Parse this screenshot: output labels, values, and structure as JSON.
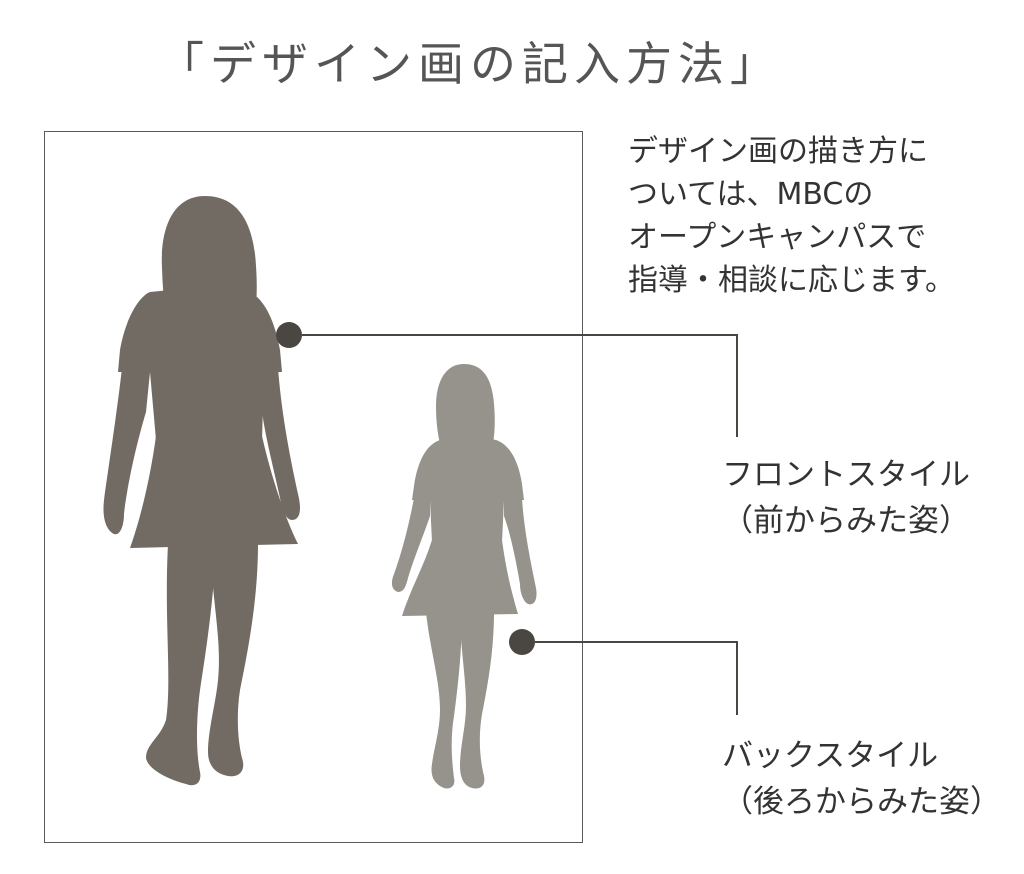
{
  "title": "「デザイン画の記入方法」",
  "note": {
    "lines": [
      "デザイン画の描き方に",
      "ついては、MBCの",
      "オープンキャンパスで",
      "指導・相談に応じます。"
    ]
  },
  "front_label": {
    "line1": "フロントスタイル",
    "line2": "（前からみた姿）"
  },
  "back_label": {
    "line1": "バックスタイル",
    "line2": "（後ろからみた姿）"
  },
  "colors": {
    "front_silhouette": "#716b63",
    "back_silhouette": "#96928c",
    "connector": "#4a4743",
    "text": "#333333"
  }
}
